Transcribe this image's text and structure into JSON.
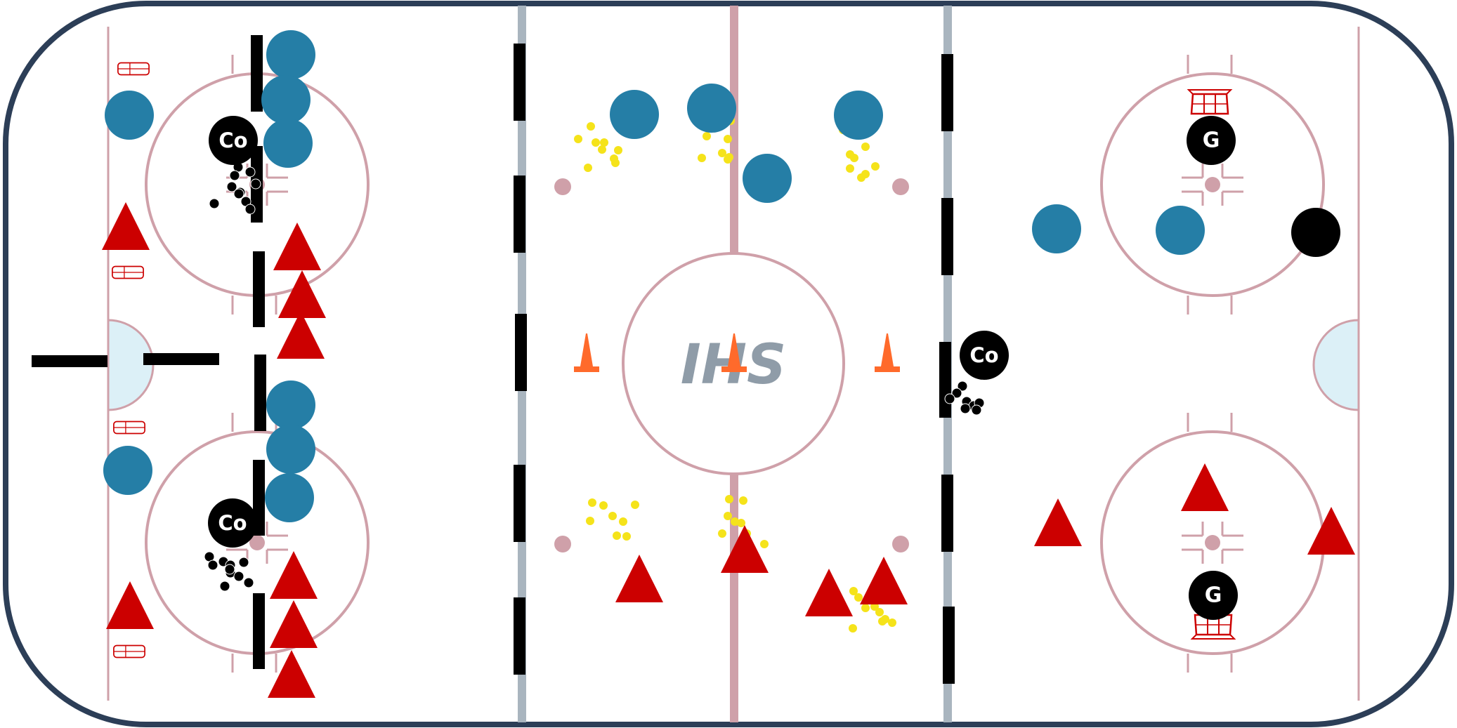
{
  "rink": {
    "logo_text": "IHS",
    "colors": {
      "border": "#2c3e57",
      "red_line": "#cfa0a9",
      "blue_line": "#a9b5bf",
      "crease": "#dcf0f7",
      "player": "#257ea6",
      "cone_triangle": "#cc0000",
      "small_cone": "#ff6a2b",
      "puck": "#000000",
      "yellow_puck": "#f5e31a",
      "logo": "#8f9ca8"
    }
  },
  "labels": {
    "coach": "Co",
    "goalie": "G"
  },
  "icons": [
    "player-circle",
    "coach-marker",
    "goalie-marker",
    "cone-triangle",
    "small-cone",
    "puck",
    "net-icon",
    "barrier-bar"
  ]
}
